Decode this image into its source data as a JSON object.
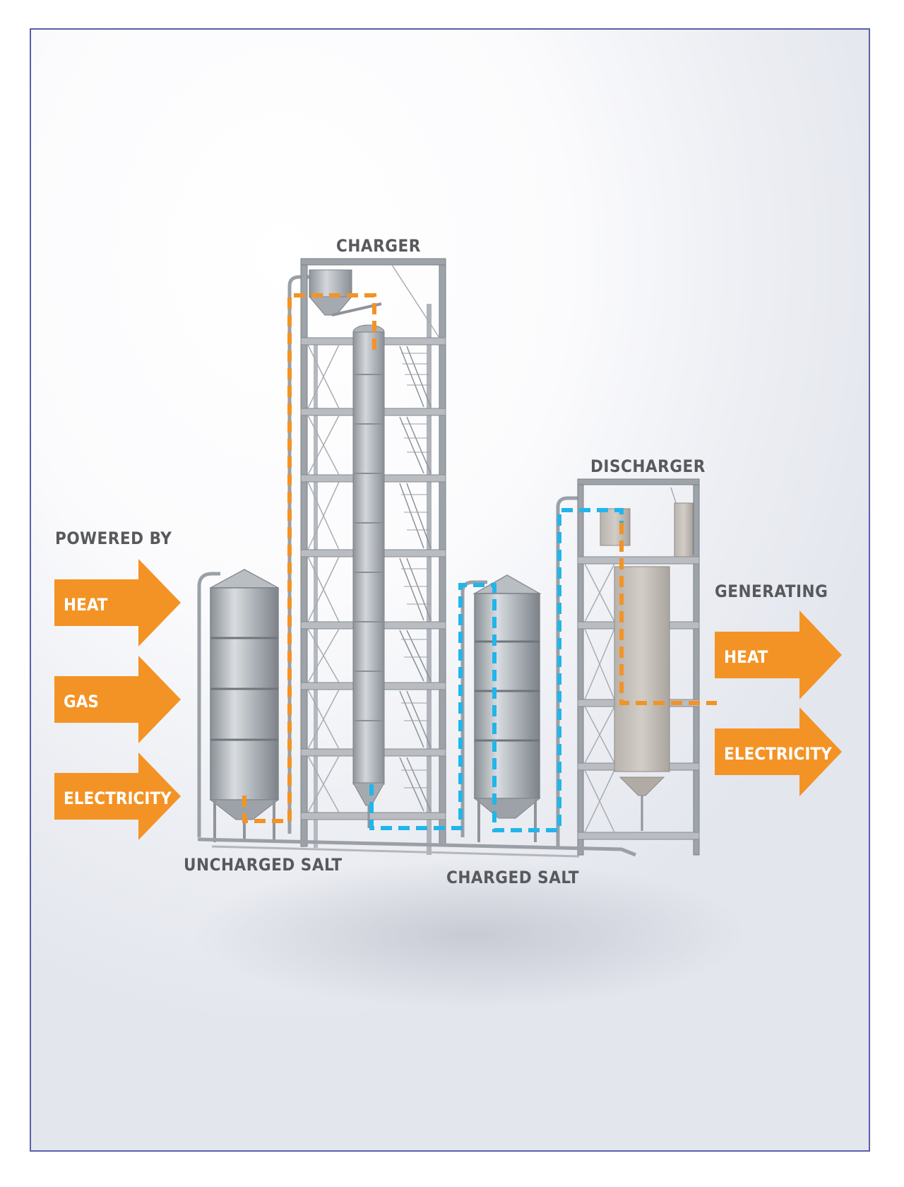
{
  "labels": {
    "charger": "CHARGER",
    "discharger": "DISCHARGER",
    "uncharged_salt": "UNCHARGED SALT",
    "charged_salt": "CHARGED SALT"
  },
  "inputs": {
    "heading": "POWERED BY",
    "items": [
      "HEAT",
      "GAS",
      "ELECTRICITY"
    ]
  },
  "outputs": {
    "heading": "GENERATING",
    "items": [
      "HEAT",
      "ELECTRICITY"
    ]
  },
  "colors": {
    "arrow": "#f39325",
    "hot_flow": "#f39325",
    "charged_flow": "#22b5ea",
    "frame_border": "#5a5fa8",
    "label": "#58595c",
    "steel": "#a3a7ae"
  }
}
